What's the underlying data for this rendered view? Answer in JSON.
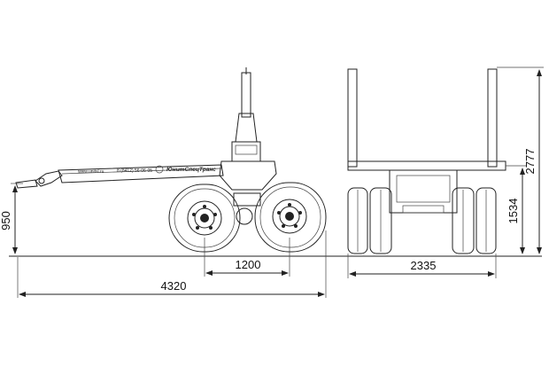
{
  "side_view": {
    "website": "www.unitsl.ru",
    "phone": "8 (8412) 56-06-05",
    "brand": "ЮнитСпецТранс"
  },
  "dimensions": {
    "overall_length": "4320",
    "wheelbase": "1200",
    "coupling_height": "950",
    "track_width": "2335",
    "bunk_height": "1534",
    "total_height": "2777"
  }
}
